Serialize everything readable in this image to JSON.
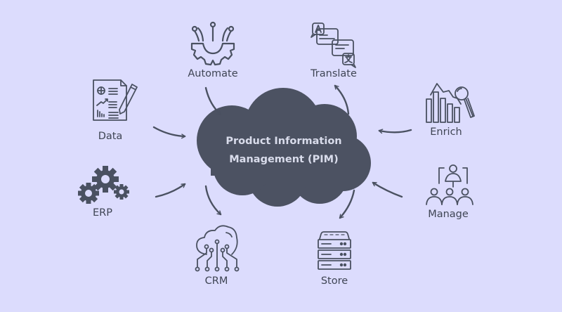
{
  "colors": {
    "background": "#dcdcfd",
    "icon_stroke": "#4a5161",
    "cloud_fill": "#4c5262",
    "center_text": "#d9dceb",
    "label_text": "#3f4554"
  },
  "center": {
    "line1": "Product Information",
    "line2": "Management (PIM)",
    "icon": "cloud-shape"
  },
  "nodes": [
    {
      "id": "automate",
      "label": "Automate",
      "icon": "gear-circuit-icon",
      "flow": "inbound"
    },
    {
      "id": "translate",
      "label": "Translate",
      "icon": "translate-bubbles-icon",
      "flow": "outbound"
    },
    {
      "id": "data",
      "label": "Data",
      "icon": "document-chart-pen-icon",
      "flow": "inbound"
    },
    {
      "id": "enrich",
      "label": "Enrich",
      "icon": "bar-chart-magnifier-icon",
      "flow": "inbound"
    },
    {
      "id": "erp",
      "label": "ERP",
      "icon": "gears-icon",
      "flow": "inbound"
    },
    {
      "id": "manage",
      "label": "Manage",
      "icon": "team-hierarchy-icon",
      "flow": "inbound"
    },
    {
      "id": "crm",
      "label": "CRM",
      "icon": "cloud-circuit-icon",
      "flow": "outbound"
    },
    {
      "id": "store",
      "label": "Store",
      "icon": "server-rack-icon",
      "flow": "outbound"
    }
  ]
}
